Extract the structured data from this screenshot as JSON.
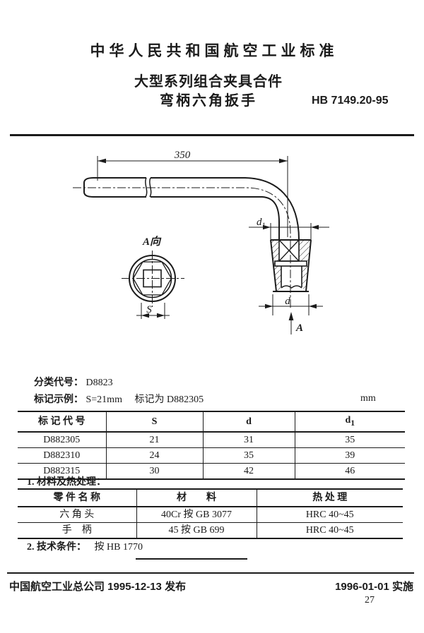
{
  "header": {
    "standard_title": "中华人民共和国航空工业标准",
    "product_series": "大型系列组合夹具合件",
    "product_name": "弯柄六角扳手",
    "standard_number": "HB 7149.20-95"
  },
  "drawing": {
    "dim_length": "350",
    "dim_d1_base": "d",
    "dim_d1_sub": "1",
    "view_label": "A向",
    "dim_s": "S",
    "dim_d": "d",
    "section_label": "A"
  },
  "classification": {
    "label": "分类代号：",
    "value": "D8823"
  },
  "marking_example": {
    "label": "标记示例：",
    "condition": "S=21mm",
    "designation": "标记为 D882305",
    "unit": "mm"
  },
  "size_table": {
    "col_code": "标 记 代 号",
    "col_s": "S",
    "col_d": "d",
    "col_d1_base": "d",
    "col_d1_sub": "1",
    "rows": [
      [
        "D882305",
        "21",
        "31",
        "35"
      ],
      [
        "D882310",
        "24",
        "35",
        "39"
      ],
      [
        "D882315",
        "30",
        "42",
        "46"
      ]
    ]
  },
  "material_section": {
    "title": "1. 材料及热处理：",
    "col_part": "零 件 名 称",
    "col_material": "材　　料",
    "col_treatment": "热 处 理",
    "rows": [
      [
        "六 角 头",
        "40Cr 按 GB 3077",
        "HRC 40~45"
      ],
      [
        "手　柄",
        "45 按 GB 699",
        "HRC 40~45"
      ]
    ]
  },
  "technical_section": {
    "label": "2. 技术条件：",
    "content": "按 HB 1770"
  },
  "footer": {
    "issuer_and_date": "中国航空工业总公司 1995-12-13 发布",
    "implementation": "1996-01-01 实施",
    "page_number": "27"
  },
  "colors": {
    "ink": "#1b1b1b",
    "paper": "#ffffff"
  }
}
